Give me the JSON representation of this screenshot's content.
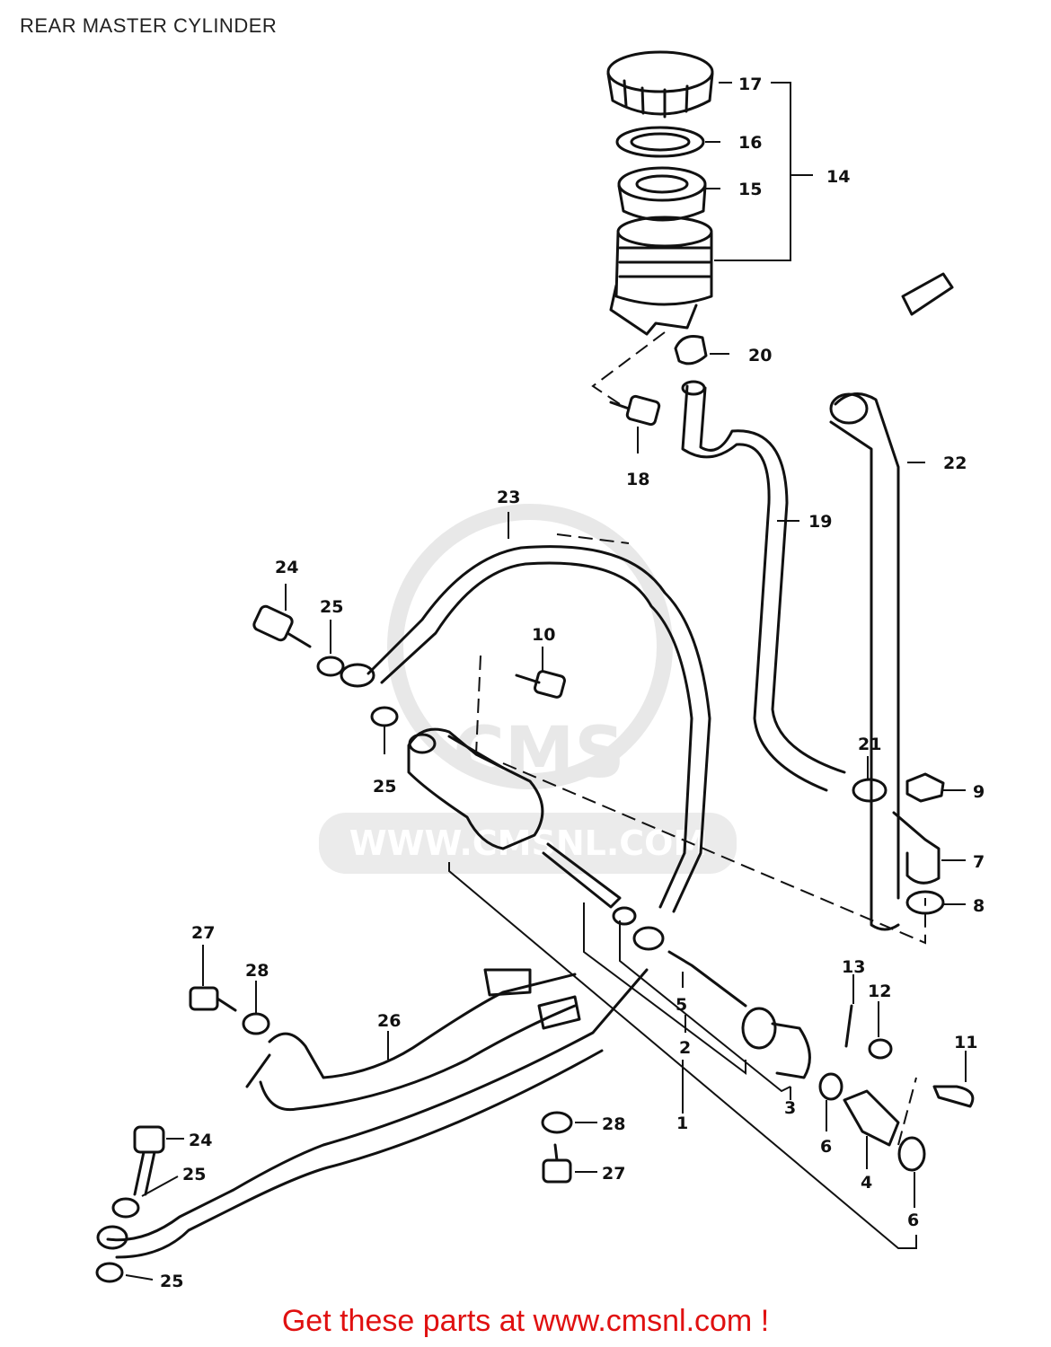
{
  "page": {
    "title": "REAR MASTER CYLINDER",
    "footer_link": "Get these parts at www.cmsnl.com !",
    "footer_color": "#e01010"
  },
  "watermark": {
    "brand": "CMS",
    "url": "WWW.CMSNL.COM",
    "color": "#e6e6e6"
  },
  "callouts": [
    {
      "id": "c17a",
      "label": "17"
    },
    {
      "id": "c16",
      "label": "16"
    },
    {
      "id": "c15",
      "label": "15"
    },
    {
      "id": "c14",
      "label": "14"
    },
    {
      "id": "c20",
      "label": "20"
    },
    {
      "id": "c18",
      "label": "18"
    },
    {
      "id": "c22",
      "label": "22"
    },
    {
      "id": "c19",
      "label": "19"
    },
    {
      "id": "c23",
      "label": "23"
    },
    {
      "id": "c24a",
      "label": "24"
    },
    {
      "id": "c25a",
      "label": "25"
    },
    {
      "id": "c10",
      "label": "10"
    },
    {
      "id": "c25b",
      "label": "25"
    },
    {
      "id": "c21",
      "label": "21"
    },
    {
      "id": "c9",
      "label": "9"
    },
    {
      "id": "c7",
      "label": "7"
    },
    {
      "id": "c8",
      "label": "8"
    },
    {
      "id": "c27a",
      "label": "27"
    },
    {
      "id": "c28a",
      "label": "28"
    },
    {
      "id": "c26",
      "label": "26"
    },
    {
      "id": "c5",
      "label": "5"
    },
    {
      "id": "c2",
      "label": "2"
    },
    {
      "id": "c13",
      "label": "13"
    },
    {
      "id": "c12",
      "label": "12"
    },
    {
      "id": "c11",
      "label": "11"
    },
    {
      "id": "c3",
      "label": "3"
    },
    {
      "id": "c1",
      "label": "1"
    },
    {
      "id": "c6a",
      "label": "6"
    },
    {
      "id": "c4",
      "label": "4"
    },
    {
      "id": "c28b",
      "label": "28"
    },
    {
      "id": "c27b",
      "label": "27"
    },
    {
      "id": "c24b",
      "label": "24"
    },
    {
      "id": "c25c",
      "label": "25"
    },
    {
      "id": "c6b",
      "label": "6"
    },
    {
      "id": "c25d",
      "label": "25"
    }
  ]
}
